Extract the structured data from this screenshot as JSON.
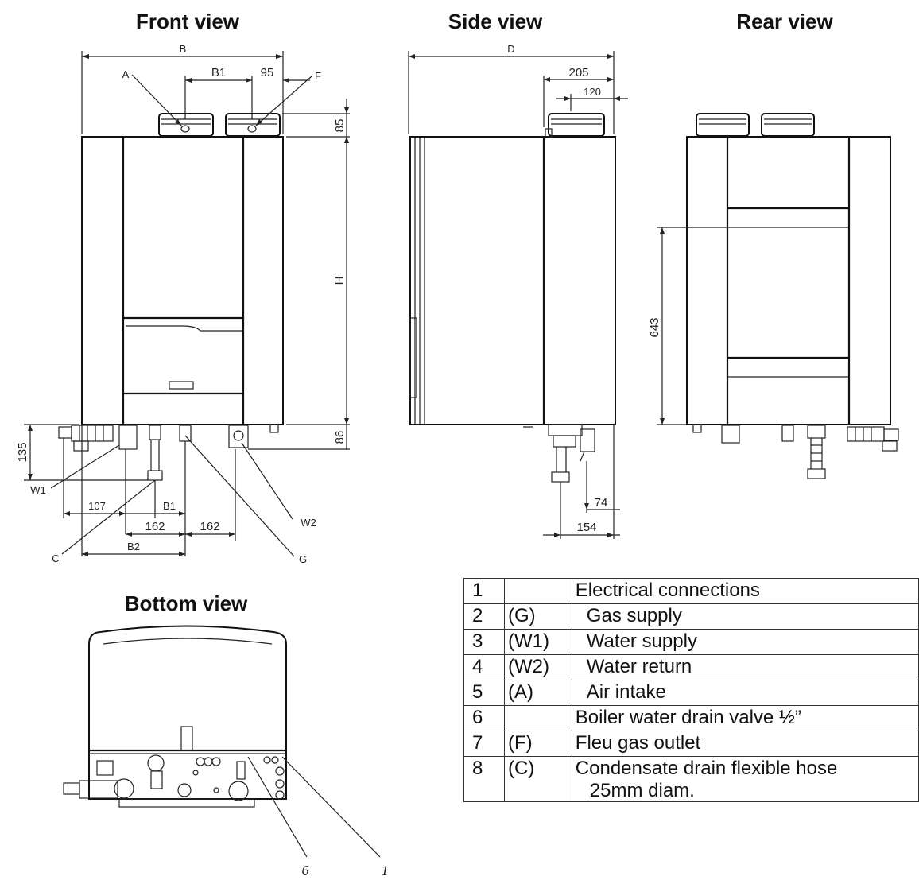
{
  "views": {
    "front": "Front view",
    "side": "Side view",
    "rear": "Rear view",
    "bottom": "Bottom view"
  },
  "dimensions": {
    "B": "B",
    "B1": "B1",
    "d95": "95",
    "d85": "85",
    "H": "H",
    "d86": "86",
    "d135": "135",
    "d107": "107",
    "B1b": "B1",
    "d162a": "162",
    "d162b": "162",
    "B2": "B2",
    "D": "D",
    "d205": "205",
    "d120": "120",
    "d74": "74",
    "d154": "154",
    "d643": "643"
  },
  "callouts": {
    "A": "A",
    "F": "F",
    "W1": "W1",
    "W2": "W2",
    "C": "C",
    "G": "G",
    "n6": "6",
    "n1": "1"
  },
  "legend": [
    {
      "num": "1",
      "code": "",
      "desc": "Electrical connections",
      "indent": false,
      "desc2": ""
    },
    {
      "num": "2",
      "code": "(G)",
      "desc": "Gas supply",
      "indent": true,
      "desc2": ""
    },
    {
      "num": "3",
      "code": "(W1)",
      "desc": "Water supply",
      "indent": true,
      "desc2": ""
    },
    {
      "num": "4",
      "code": "(W2)",
      "desc": "Water return",
      "indent": true,
      "desc2": ""
    },
    {
      "num": "5",
      "code": "(A)",
      "desc": "Air intake",
      "indent": true,
      "desc2": ""
    },
    {
      "num": "6",
      "code": "",
      "desc": "Boiler water drain valve ½”",
      "indent": false,
      "desc2": ""
    },
    {
      "num": "7",
      "code": "(F)",
      "desc": "Fleu gas outlet",
      "indent": false,
      "desc2": ""
    },
    {
      "num": "8",
      "code": "(C)",
      "desc": "Condensate drain flexible hose",
      "indent": false,
      "desc2": "25mm diam."
    }
  ]
}
